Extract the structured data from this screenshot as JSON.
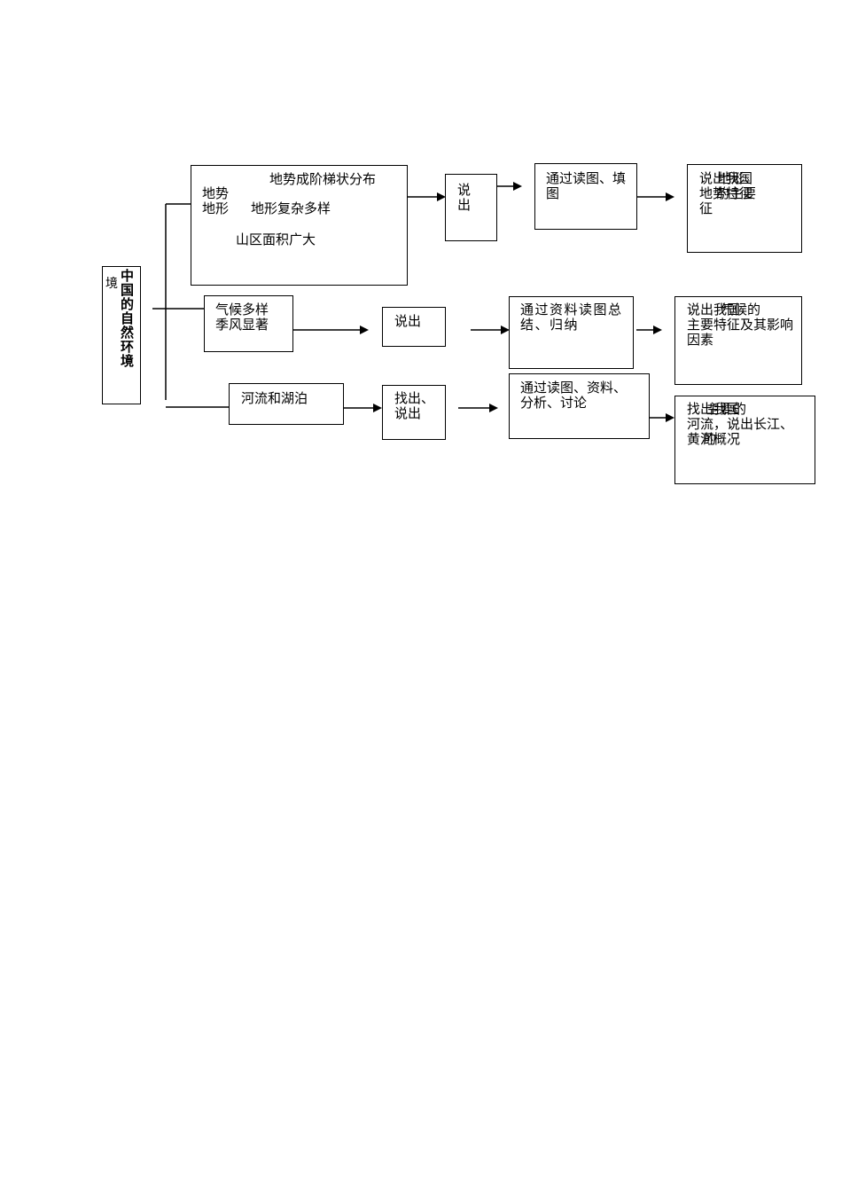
{
  "root": {
    "side_char": "境",
    "title": "中国的自然环境"
  },
  "terrain": {
    "label_top": "地势",
    "label_bottom": "地形",
    "branch_1": "地势成阶梯状分布",
    "branch_2": "地形复杂多样",
    "branch_3": "山区面积广大",
    "action": "说出",
    "method": "通过读图、填图",
    "outcome_line1": "说出我国",
    "outcome_overlap1": "地形、",
    "outcome_line2": "地势特征",
    "outcome_overlap2": "的主要",
    "outcome_line3": "征"
  },
  "climate": {
    "line1": "气候多样",
    "line2": "季风显著",
    "action": "说出",
    "method": "通过资料读图总结、归纳",
    "outcome_line1": "说出我国",
    "outcome_overlap1": "气候的",
    "outcome_line2": "主要特征及其影响因素"
  },
  "rivers": {
    "label": "河流和湖泊",
    "action": "找出、说出",
    "method": "通过读图、资料、分析、讨论",
    "outcome_line1": "找出我国",
    "outcome_overlap1": "主要的",
    "outcome_line2": "河流，说出长江、",
    "outcome_line3": "黄河概况",
    "outcome_overlap3": "的"
  }
}
